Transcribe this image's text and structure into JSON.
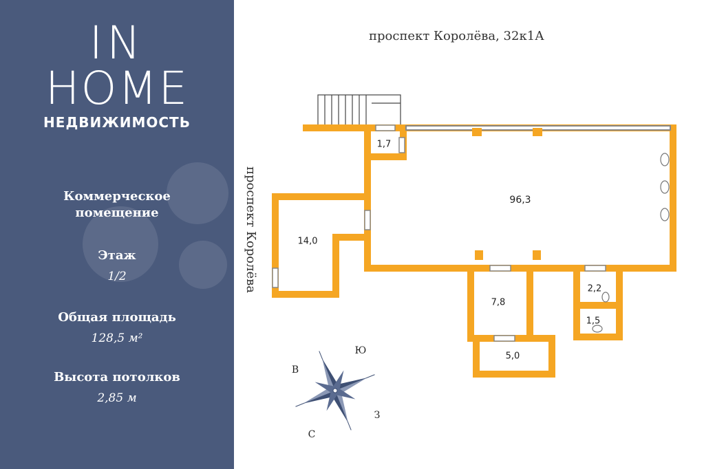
{
  "brand": {
    "line1": "IN",
    "line2": "HOME",
    "line3": "НЕДВИЖИМОСТЬ"
  },
  "info": {
    "type_line1": "Коммерческое",
    "type_line2": "помещение",
    "floor_label": "Этаж",
    "floor_value": "1/2",
    "area_label": "Общая площадь",
    "area_value": "128,5 м²",
    "ceiling_label": "Высота потолков",
    "ceiling_value": "2,85 м"
  },
  "streets": {
    "top": "проспект Королёва, 32к1А",
    "side": "проспект Королёва"
  },
  "rooms": {
    "main": "96,3",
    "left": "14,0",
    "small_top": "1,7",
    "bottom_mid": "7,8",
    "bottom_low": "5,0",
    "wc_upper": "2,2",
    "wc_lower": "1,5"
  },
  "compass": {
    "n": "Ю",
    "w": "В",
    "e": "З",
    "s": "С"
  },
  "colors": {
    "sidebar": "#4a5a7c",
    "walls": "#f5a623",
    "compass": "#3e4f73"
  }
}
